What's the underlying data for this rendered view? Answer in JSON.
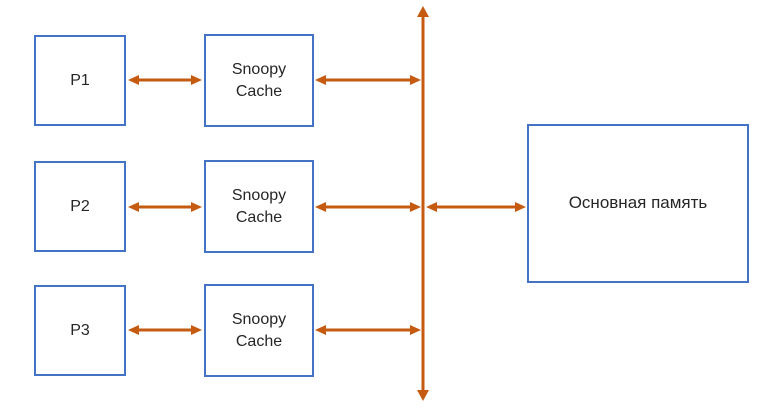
{
  "diagram": {
    "colors": {
      "box_border": "#4472C4",
      "box_fill": "#FFFFFF",
      "arrow": "#C55A11",
      "text": "#262626",
      "background": "#FFFFFF"
    },
    "processors": [
      {
        "label": "P1"
      },
      {
        "label": "P2"
      },
      {
        "label": "P3"
      }
    ],
    "caches": [
      {
        "label": "Snoopy\nCache"
      },
      {
        "label": "Snoopy\nCache"
      },
      {
        "label": "Snoopy\nCache"
      }
    ],
    "memory": {
      "label": "Основная память"
    }
  }
}
